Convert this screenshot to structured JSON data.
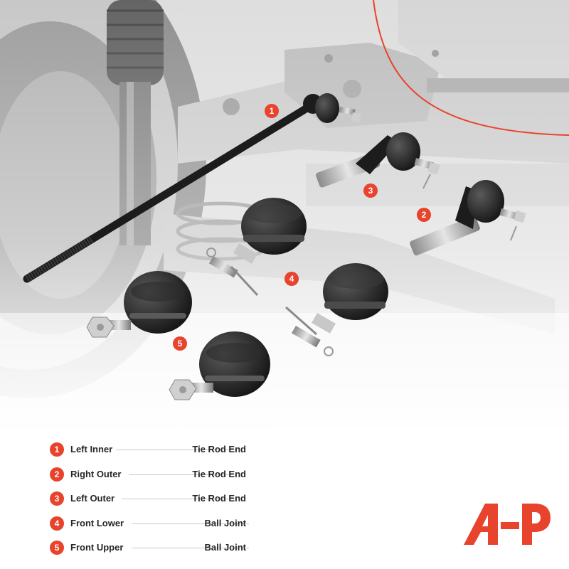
{
  "callouts": [
    {
      "number": "1"
    },
    {
      "number": "2"
    },
    {
      "number": "3"
    },
    {
      "number": "4"
    },
    {
      "number": "5"
    }
  ],
  "legend": [
    {
      "number": "1",
      "name": "Left Inner",
      "type": "Tie Rod End"
    },
    {
      "number": "2",
      "name": "Right Outer",
      "type": "Tie Rod End"
    },
    {
      "number": "3",
      "name": "Left Outer",
      "type": "Tie Rod End"
    },
    {
      "number": "4",
      "name": "Front Lower",
      "type": "Ball Joint"
    },
    {
      "number": "5",
      "name": "Front Upper",
      "type": "Ball Joint"
    }
  ],
  "colors": {
    "accent": "#e8432c",
    "part": "#1c1c1c",
    "text": "#262626"
  },
  "logo": {
    "icon": "a-premium-logo"
  }
}
